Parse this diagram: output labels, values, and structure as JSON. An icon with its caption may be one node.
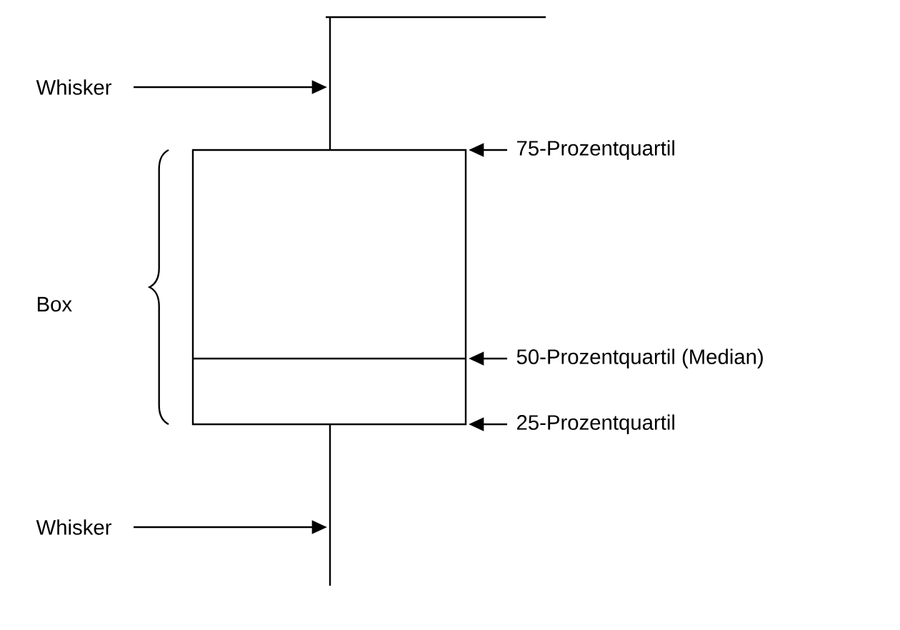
{
  "diagram": {
    "nodes": [
      {
        "text": [
          "Whisker"
        ]
      },
      {
        "text": [
          "Box"
        ]
      },
      {
        "text": [
          "75-Prozentquartil"
        ]
      },
      {
        "text": [
          "50-Prozentquartil (Median)"
        ]
      },
      {
        "text": [
          "25-Prozentquartil"
        ]
      },
      {
        "text": [
          "Whisker"
        ]
      }
    ],
    "edges": [
      {
        "from": 0,
        "to": null,
        "arrow": "to"
      },
      {
        "from": 2,
        "to": null,
        "arrow": "to"
      },
      {
        "from": 3,
        "to": null,
        "arrow": "to"
      },
      {
        "from": 4,
        "to": null,
        "arrow": "to"
      },
      {
        "from": 5,
        "to": null,
        "arrow": "to"
      }
    ]
  }
}
